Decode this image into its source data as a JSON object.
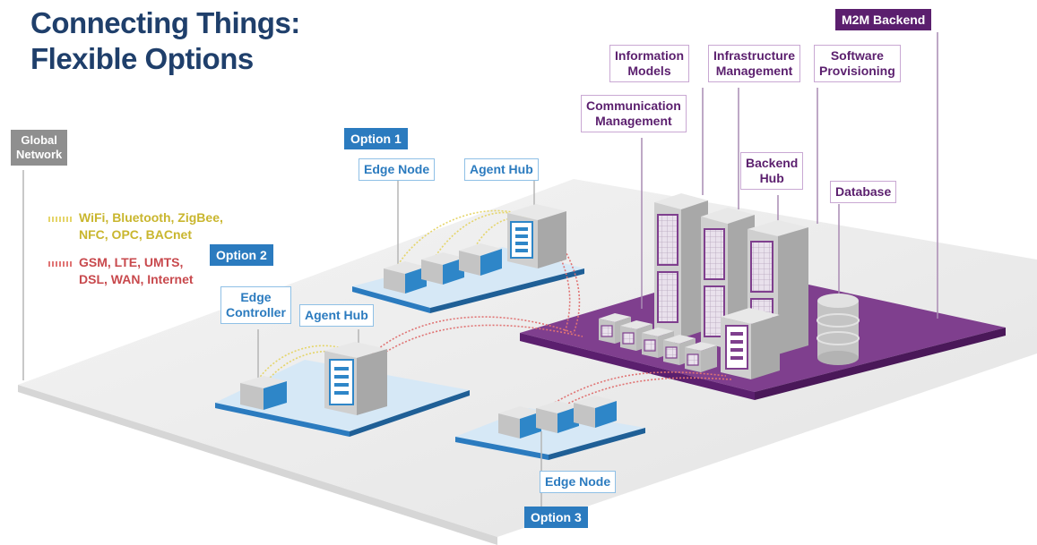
{
  "title": {
    "line1": "Connecting Things:",
    "line2": "Flexible Options"
  },
  "global_network": {
    "line1": "Global",
    "line2": "Network"
  },
  "legend": {
    "short_range_line1": "WiFi, Bluetooth, ZigBee,",
    "short_range_line2": "NFC, OPC, BACnet",
    "long_range_line1": "GSM, LTE, UMTS,",
    "long_range_line2": "DSL, WAN, Internet"
  },
  "option1": {
    "tag": "Option 1",
    "edge_node": "Edge Node",
    "agent_hub": "Agent Hub"
  },
  "option2": {
    "tag": "Option 2",
    "edge_controller_line1": "Edge",
    "edge_controller_line2": "Controller",
    "agent_hub": "Agent Hub"
  },
  "option3": {
    "tag": "Option 3",
    "edge_node": "Edge Node"
  },
  "backend": {
    "tag": "M2M Backend",
    "information_models_line1": "Information",
    "information_models_line2": "Models",
    "infrastructure_management_line1": "Infrastructure",
    "infrastructure_management_line2": "Management",
    "software_provisioning_line1": "Software",
    "software_provisioning_line2": "Provisioning",
    "communication_management_line1": "Communication",
    "communication_management_line2": "Management",
    "backend_hub_line1": "Backend",
    "backend_hub_line2": "Hub",
    "database": "Database"
  },
  "colors": {
    "title": "#1f3f6b",
    "option_blue": "#2b7bbf",
    "backend_purple": "#5b1f6e",
    "short_range_yellow": "#e5d56a",
    "long_range_red": "#e07474",
    "floor_gray": "#ececec"
  },
  "icons": [
    "server-rack-icon",
    "edge-node-box-icon",
    "database-cylinder-icon"
  ]
}
